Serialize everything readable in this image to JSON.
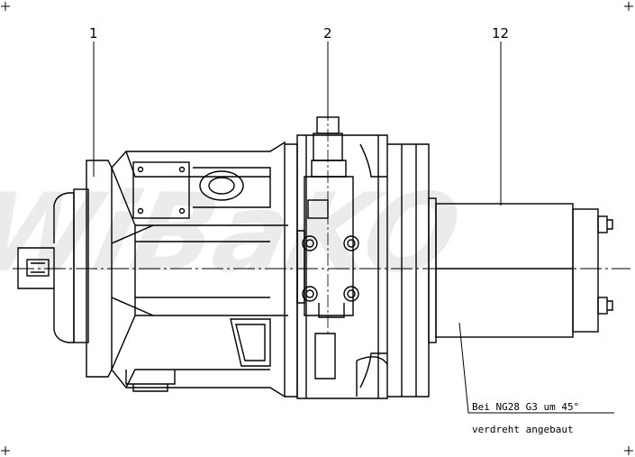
{
  "watermark": "WiBaKO",
  "callouts": {
    "item_1": "1",
    "item_2": "2",
    "item_12": "12"
  },
  "note": {
    "line1": "Bei NG28 G3 um 45°",
    "line2": "verdreht angebaut"
  }
}
